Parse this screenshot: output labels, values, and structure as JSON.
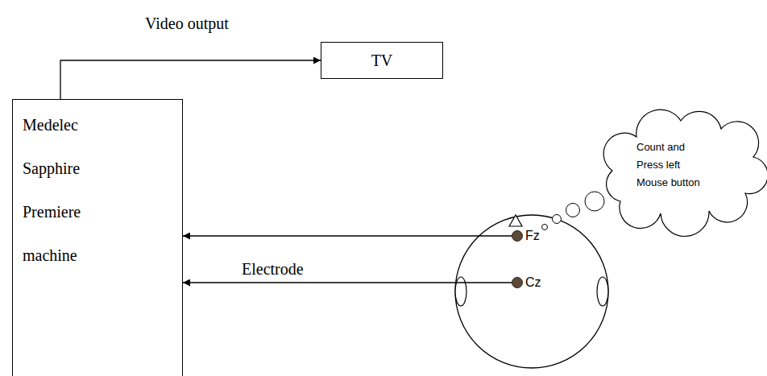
{
  "diagram": {
    "nodes": [
      {
        "text": [
          "Medelec Sapphire Premiere machine"
        ]
      },
      {
        "text": [
          "TV"
        ]
      },
      {
        "text": [
          "Fz"
        ]
      },
      {
        "text": [
          "Cz"
        ]
      },
      {
        "text": [
          "Count and Press left Mouse button"
        ]
      }
    ],
    "edges": [
      {
        "from": 0,
        "to": 1,
        "arrow": "to",
        "label": "Video output"
      },
      {
        "from": 2,
        "to": 0,
        "arrow": "to"
      },
      {
        "from": 3,
        "to": 0,
        "arrow": "to",
        "label": "Electrode"
      }
    ]
  }
}
